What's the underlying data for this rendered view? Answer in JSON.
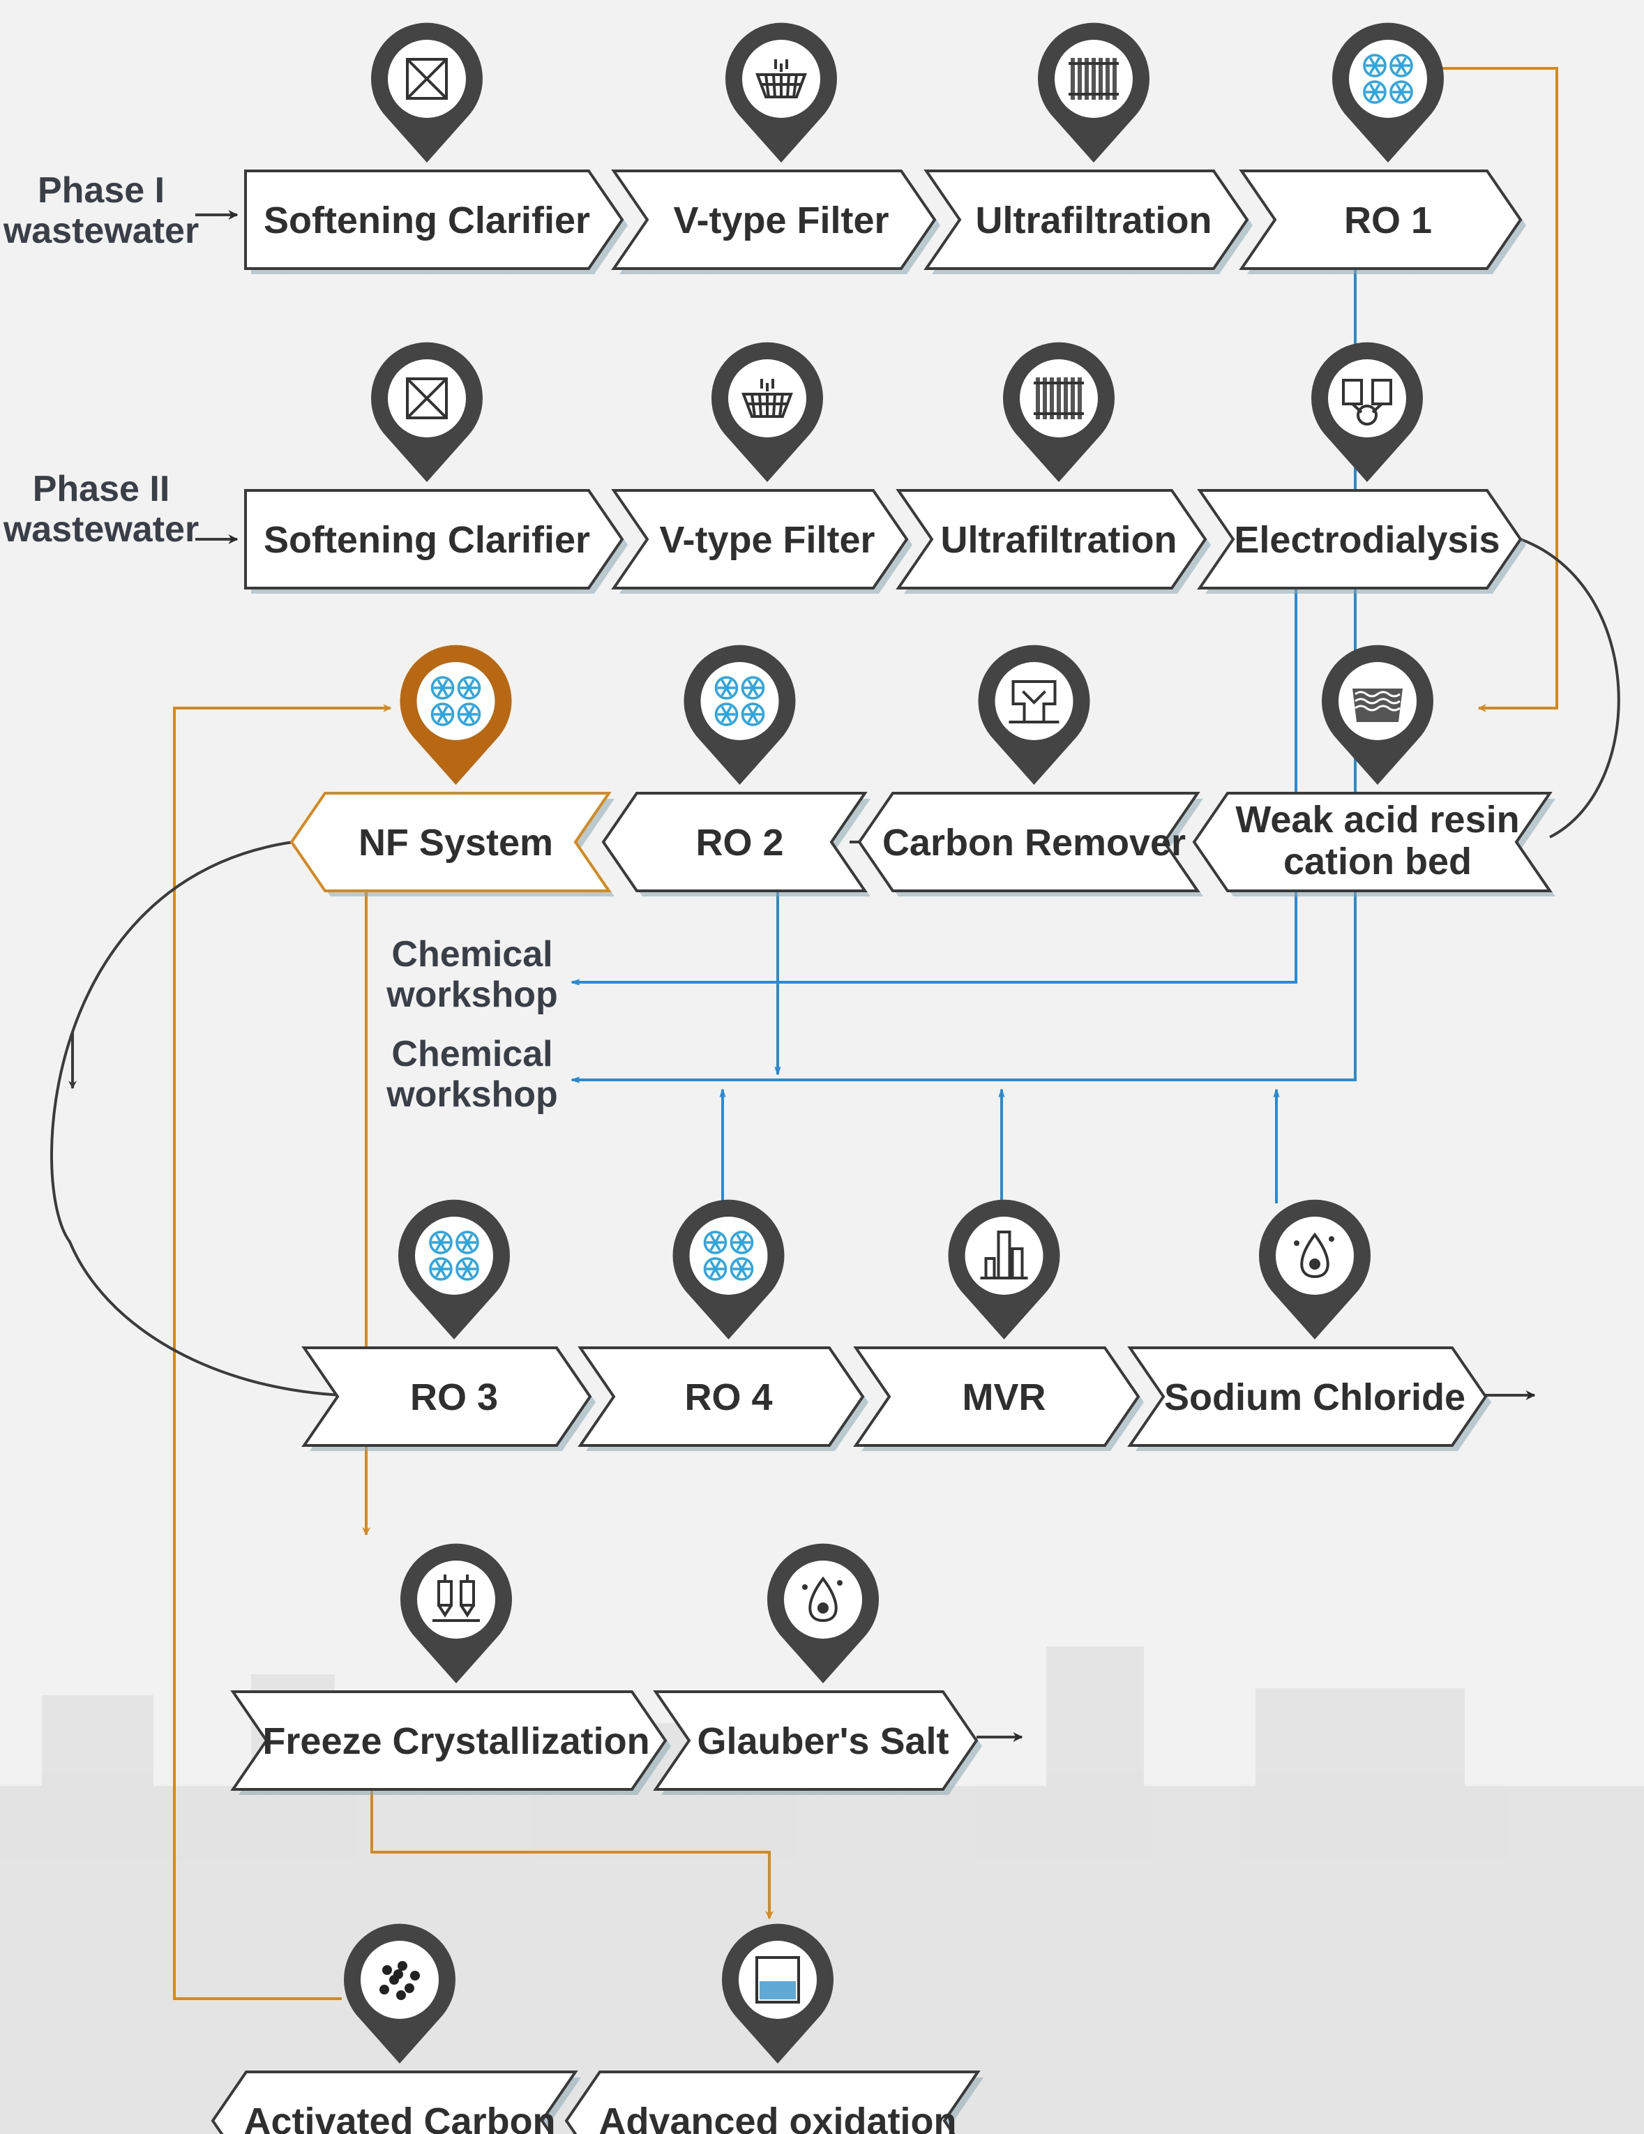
{
  "inputs": {
    "phase1": [
      "Phase I",
      "wastewater"
    ],
    "phase2": [
      "Phase II",
      "wastewater"
    ]
  },
  "row1": [
    "Softening Clarifier",
    "V-type Filter",
    "Ultrafiltration",
    "RO 1"
  ],
  "row2": [
    "Softening Clarifier",
    "V-type Filter",
    "Ultrafiltration",
    "Electrodialysis"
  ],
  "row3": [
    "NF System",
    "RO 2",
    "Carbon Remover",
    "Weak acid resin|cation bed"
  ],
  "row4": [
    "RO 3",
    "RO 4",
    "MVR",
    "Sodium Chloride"
  ],
  "row5": [
    "Freeze Crystallization",
    "Glauber's Salt"
  ],
  "row6": [
    "Activated Carbon",
    "Advanced oxidation"
  ],
  "outputs": {
    "chemical_workshop_1": [
      "Chemical",
      "workshop"
    ],
    "chemical_workshop_2": [
      "Chemical",
      "workshop"
    ]
  },
  "icons": {
    "row1": [
      "clarifier-icon",
      "filter-icon",
      "membrane-icon",
      "ro-membrane-icon"
    ],
    "row2": [
      "clarifier-icon",
      "filter-icon",
      "membrane-icon",
      "electrodialysis-icon"
    ],
    "row3": [
      "ro-membrane-icon",
      "ro-membrane-icon",
      "decarbonizer-icon",
      "resin-bed-icon"
    ],
    "row4": [
      "ro-membrane-icon",
      "ro-membrane-icon",
      "evaporator-icon",
      "salt-drop-icon"
    ],
    "row5": [
      "crystallizer-icon",
      "salt-drop-icon"
    ],
    "row6": [
      "carbon-granules-icon",
      "oxidation-tank-icon"
    ]
  },
  "colors": {
    "background": "#f2f2f2",
    "box_stroke": "#3a3a3a",
    "pin": "#444444",
    "highlight": "#d48a1e",
    "highlight_pin": "#b86812",
    "water_flow": "#2a8ad4",
    "icon_blue": "#2da6e0"
  }
}
